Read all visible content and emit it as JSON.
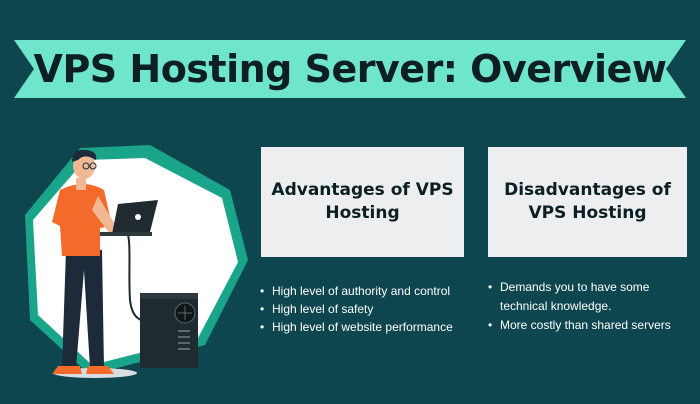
{
  "title": "VPS Hosting Server: Overview",
  "colors": {
    "background": "#0e4650",
    "banner": "#6fe6cc",
    "card": "#eceeef",
    "accent_shirt": "#f36a2b",
    "hexagon": "#1aa58a"
  },
  "advantages": {
    "heading": "Advantages of VPS Hosting",
    "items": [
      "High level of authority and control",
      "High level of safety",
      "High level of website performance"
    ]
  },
  "disadvantages": {
    "heading": "Disadvantages of VPS Hosting",
    "items": [
      "Demands you to have some technical knowledge.",
      "More costly than shared servers"
    ]
  }
}
